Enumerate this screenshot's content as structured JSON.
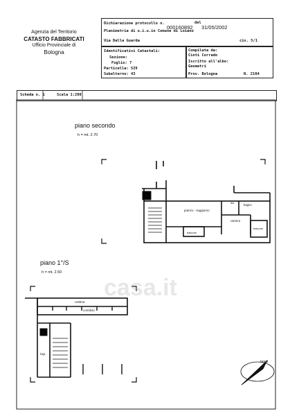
{
  "agency": {
    "line1": "Agenzia del Territorio",
    "line2": "CATASTO FABBRICATI",
    "line3": "Ufficio Provinciale di",
    "line4": "Bologna"
  },
  "header": {
    "decl_label": "Dichiarazione protocollo n.",
    "decl_number": "000160892",
    "del_label": "del",
    "decl_date": "31/05/2002",
    "planimetria": "Planimetria di u.i.u.in Comune di Loiano",
    "address": "Via Dalla Guarda",
    "civ": "civ. 5/1",
    "ident_title": "Identificativi Catastali:",
    "sezione": "Sezione:",
    "foglio": "Foglio: 7",
    "particella": "Particella: 529",
    "subalterno": "Subalterno: 43",
    "compilata_label": "Compilata da:",
    "compilata_name": "Cinti Corrado",
    "iscritto": "Iscritto all'albo:",
    "albo": "Geometri",
    "prov": "Prov. Bologna",
    "num": "N. 2104",
    "scheda": "Scheda n. 1",
    "scala": "Scala 1:200"
  },
  "floors": {
    "second_title": "piano  secondo",
    "second_height": "h = mt. 2.70",
    "first_title": "piano  1°/S",
    "first_height": "h = mt. 2.50"
  },
  "rooms": {
    "pranzo": "pranzo - soggiorno",
    "bagno": "bagno",
    "camera": "camera",
    "balcone": "balcone",
    "balcone2": "balcone",
    "dis": "dis.",
    "cantina": "cantina",
    "corridoio": "corridoio",
    "ingr": "ingr."
  },
  "north": "nord",
  "watermark": "casa.it"
}
